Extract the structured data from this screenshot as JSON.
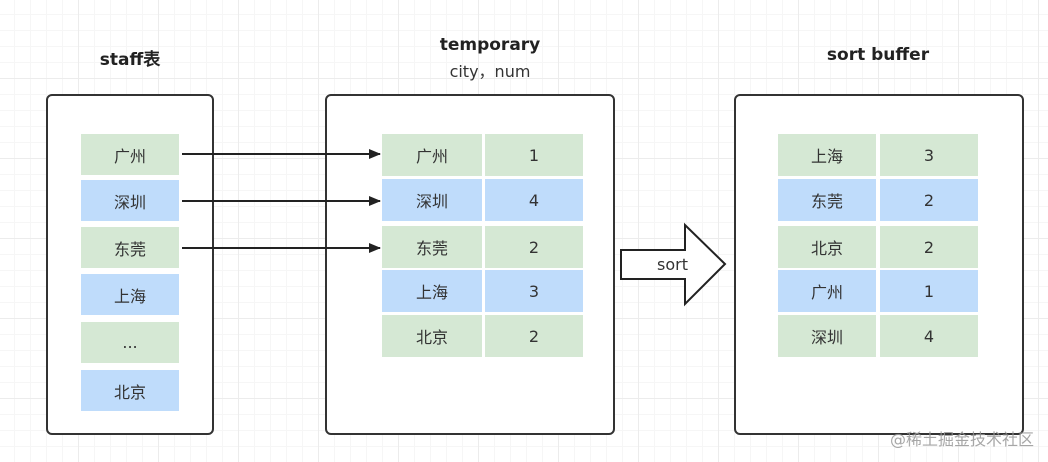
{
  "staff": {
    "title": "staff表",
    "rows": [
      {
        "city": "广州",
        "color": "green"
      },
      {
        "city": "深圳",
        "color": "blue"
      },
      {
        "city": "东莞",
        "color": "green"
      },
      {
        "city": "上海",
        "color": "blue"
      },
      {
        "city": "...",
        "color": "green"
      },
      {
        "city": "北京",
        "color": "blue"
      }
    ]
  },
  "temporary": {
    "title": "temporary",
    "subtitle": "city，num",
    "rows": [
      {
        "city": "广州",
        "num": "1",
        "color": "green"
      },
      {
        "city": "深圳",
        "num": "4",
        "color": "blue"
      },
      {
        "city": "东莞",
        "num": "2",
        "color": "green"
      },
      {
        "city": "上海",
        "num": "3",
        "color": "blue"
      },
      {
        "city": "北京",
        "num": "2",
        "color": "green"
      }
    ]
  },
  "sort_arrow": {
    "label": "sort"
  },
  "sort_buffer": {
    "title": "sort buffer",
    "rows": [
      {
        "city": "上海",
        "num": "3",
        "color": "green"
      },
      {
        "city": "东莞",
        "num": "2",
        "color": "blue"
      },
      {
        "city": "北京",
        "num": "2",
        "color": "green"
      },
      {
        "city": "广州",
        "num": "1",
        "color": "blue"
      },
      {
        "city": "深圳",
        "num": "4",
        "color": "green"
      }
    ]
  },
  "colors": {
    "green": "#d5e8d4",
    "blue": "#bfdcfb",
    "border": "#333333"
  },
  "watermark": "@稀土掘金技术社区"
}
